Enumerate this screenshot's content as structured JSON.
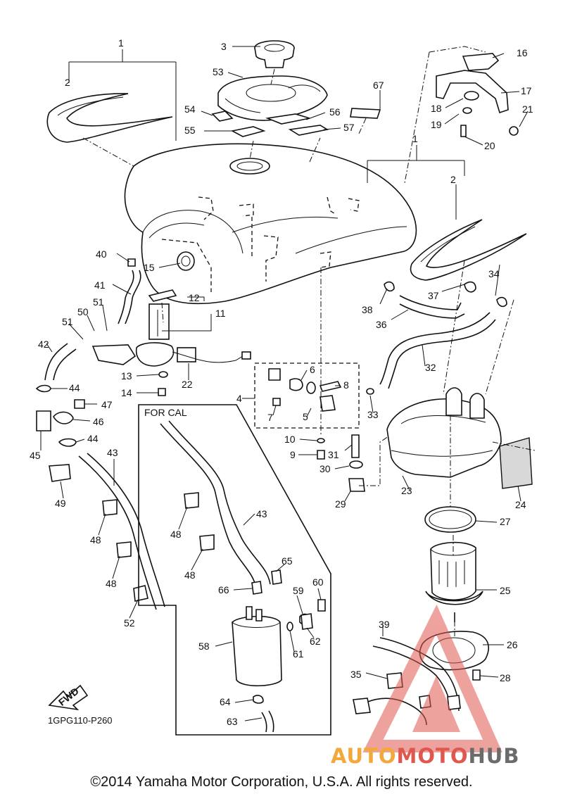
{
  "diagram": {
    "copyright": "©2014 Yamaha Motor Corporation, U.S.A. All rights reserved.",
    "part_code": "1GPG110-P260",
    "for_cal_label": "FOR CAL",
    "fwd_label": "FWD",
    "watermark": {
      "part1": "AUTO",
      "part2": "MOTO",
      "part3": "HUB"
    },
    "callouts": [
      {
        "id": "c1a",
        "text": "1"
      },
      {
        "id": "c1b",
        "text": "1"
      },
      {
        "id": "c2a",
        "text": "2"
      },
      {
        "id": "c2b",
        "text": "2"
      },
      {
        "id": "c3",
        "text": "3"
      },
      {
        "id": "c4",
        "text": "4"
      },
      {
        "id": "c5",
        "text": "5"
      },
      {
        "id": "c6",
        "text": "6"
      },
      {
        "id": "c7",
        "text": "7"
      },
      {
        "id": "c8",
        "text": "8"
      },
      {
        "id": "c9",
        "text": "9"
      },
      {
        "id": "c10",
        "text": "10"
      },
      {
        "id": "c11",
        "text": "11"
      },
      {
        "id": "c12",
        "text": "12"
      },
      {
        "id": "c13",
        "text": "13"
      },
      {
        "id": "c14",
        "text": "14"
      },
      {
        "id": "c15",
        "text": "15"
      },
      {
        "id": "c16",
        "text": "16"
      },
      {
        "id": "c17",
        "text": "17"
      },
      {
        "id": "c18",
        "text": "18"
      },
      {
        "id": "c19",
        "text": "19"
      },
      {
        "id": "c20",
        "text": "20"
      },
      {
        "id": "c21",
        "text": "21"
      },
      {
        "id": "c22",
        "text": "22"
      },
      {
        "id": "c23",
        "text": "23"
      },
      {
        "id": "c24",
        "text": "24"
      },
      {
        "id": "c25",
        "text": "25"
      },
      {
        "id": "c26",
        "text": "26"
      },
      {
        "id": "c27",
        "text": "27"
      },
      {
        "id": "c28",
        "text": "28"
      },
      {
        "id": "c29",
        "text": "29"
      },
      {
        "id": "c30",
        "text": "30"
      },
      {
        "id": "c31",
        "text": "31"
      },
      {
        "id": "c32",
        "text": "32"
      },
      {
        "id": "c33",
        "text": "33"
      },
      {
        "id": "c34",
        "text": "34"
      },
      {
        "id": "c35",
        "text": "35"
      },
      {
        "id": "c36",
        "text": "36"
      },
      {
        "id": "c37",
        "text": "37"
      },
      {
        "id": "c38",
        "text": "38"
      },
      {
        "id": "c39",
        "text": "39"
      },
      {
        "id": "c40",
        "text": "40"
      },
      {
        "id": "c41",
        "text": "41"
      },
      {
        "id": "c42",
        "text": "42"
      },
      {
        "id": "c43a",
        "text": "43"
      },
      {
        "id": "c43b",
        "text": "43"
      },
      {
        "id": "c44a",
        "text": "44"
      },
      {
        "id": "c44b",
        "text": "44"
      },
      {
        "id": "c45",
        "text": "45"
      },
      {
        "id": "c46",
        "text": "46"
      },
      {
        "id": "c47",
        "text": "47"
      },
      {
        "id": "c48a",
        "text": "48"
      },
      {
        "id": "c48b",
        "text": "48"
      },
      {
        "id": "c48c",
        "text": "48"
      },
      {
        "id": "c48d",
        "text": "48"
      },
      {
        "id": "c49",
        "text": "49"
      },
      {
        "id": "c50",
        "text": "50"
      },
      {
        "id": "c51a",
        "text": "51"
      },
      {
        "id": "c51b",
        "text": "51"
      },
      {
        "id": "c52",
        "text": "52"
      },
      {
        "id": "c53",
        "text": "53"
      },
      {
        "id": "c54",
        "text": "54"
      },
      {
        "id": "c55",
        "text": "55"
      },
      {
        "id": "c56",
        "text": "56"
      },
      {
        "id": "c57",
        "text": "57"
      },
      {
        "id": "c58",
        "text": "58"
      },
      {
        "id": "c59",
        "text": "59"
      },
      {
        "id": "c60",
        "text": "60"
      },
      {
        "id": "c61",
        "text": "61"
      },
      {
        "id": "c62",
        "text": "62"
      },
      {
        "id": "c63",
        "text": "63"
      },
      {
        "id": "c64",
        "text": "64"
      },
      {
        "id": "c65",
        "text": "65"
      },
      {
        "id": "c66",
        "text": "66"
      },
      {
        "id": "c67",
        "text": "67"
      }
    ]
  }
}
